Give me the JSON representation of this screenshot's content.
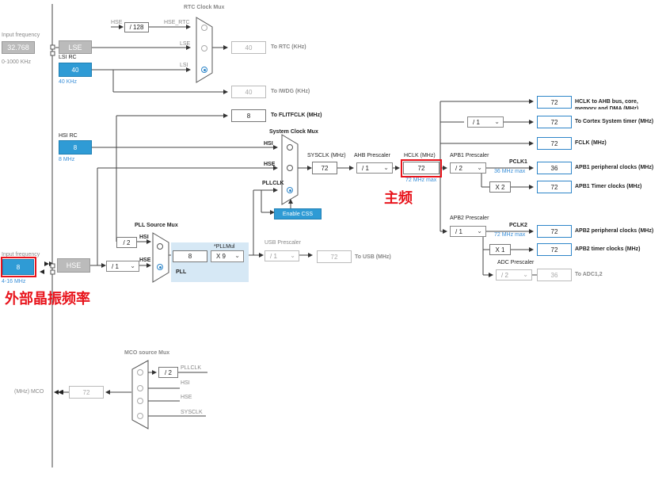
{
  "input_freq_lse": {
    "label": "Input frequency",
    "value": "32.768",
    "range": "0-1000 KHz"
  },
  "lse": {
    "label": "LSE"
  },
  "lsi": {
    "label": "LSI RC",
    "value": "40",
    "unit": "40 KHz"
  },
  "rtc_mux": {
    "title": "RTC Clock Mux",
    "hse_label": "HSE",
    "div": "/ 128",
    "hse_rtc": "HSE_RTC",
    "lse": "LSE",
    "lsi": "LSI"
  },
  "rtc_out": {
    "value": "40",
    "label": "To RTC (KHz)"
  },
  "iwdg_out": {
    "value": "40",
    "label": "To IWDG (KHz)"
  },
  "flit_out": {
    "value": "8",
    "label": "To FLITFCLK (MHz)"
  },
  "hsi": {
    "label": "HSI RC",
    "value": "8",
    "unit": "8 MHz"
  },
  "sysclk_mux": {
    "title": "System Clock Mux",
    "hsi": "HSI",
    "hse": "HSE",
    "pllclk": "PLLCLK"
  },
  "css_button": "Enable CSS",
  "sysclk": {
    "label": "SYSCLK (MHz)",
    "value": "72"
  },
  "ahb": {
    "label": "AHB Prescaler",
    "value": "/ 1"
  },
  "hclk": {
    "label": "HCLK (MHz)",
    "value": "72",
    "max": "72 MHz max"
  },
  "apb1": {
    "label": "APB1 Prescaler",
    "value": "/ 2",
    "pclk": "PCLK1",
    "max": "36 MHz max",
    "timer_mult": "X 2"
  },
  "apb2": {
    "label": "APB2 Prescaler",
    "value": "/ 1",
    "pclk": "PCLK2",
    "max": "72 MHz max",
    "timer_mult": "X 1"
  },
  "cortex_div": "/ 1",
  "adc": {
    "label": "ADC Prescaler",
    "value": "/ 2"
  },
  "outputs": [
    {
      "value": "72",
      "label": "HCLK to AHB bus, core, memory and DMA (MHz)"
    },
    {
      "value": "72",
      "label": "To Cortex System timer (MHz)"
    },
    {
      "value": "72",
      "label": "FCLK (MHz)"
    },
    {
      "value": "36",
      "label": "APB1 peripheral clocks (MHz)"
    },
    {
      "value": "72",
      "label": "APB1 Timer clocks (MHz)"
    },
    {
      "value": "72",
      "label": "APB2 peripheral clocks (MHz)"
    },
    {
      "value": "72",
      "label": "APB2 timer clocks (MHz)"
    },
    {
      "value": "36",
      "label": "To ADC1,2"
    }
  ],
  "input_freq_hse": {
    "label": "Input frequency",
    "value": "8",
    "range": "4-16 MHz"
  },
  "hse": {
    "label": "HSE",
    "prediv": "/ 1"
  },
  "pll_mux": {
    "title": "PLL Source Mux",
    "hsi_div": "/ 2",
    "hsi": "HSI",
    "hse": "HSE"
  },
  "pll": {
    "label": "PLL",
    "input": "8",
    "mul_label": "*PLLMul",
    "mul": "X 9"
  },
  "usb": {
    "label": "USB Prescaler",
    "value": "/ 1",
    "out": "72",
    "out_label": "To USB (MHz)"
  },
  "mco": {
    "title": "MCO source Mux",
    "label": "(MHz) MCO",
    "value": "72",
    "div": "/ 2",
    "pllclk": "PLLCLK",
    "hsi": "HSI",
    "hse": "HSE",
    "sysclk": "SYSCLK"
  },
  "annotations": {
    "main_freq": "主频",
    "ext_crystal": "外部晶振频率"
  }
}
